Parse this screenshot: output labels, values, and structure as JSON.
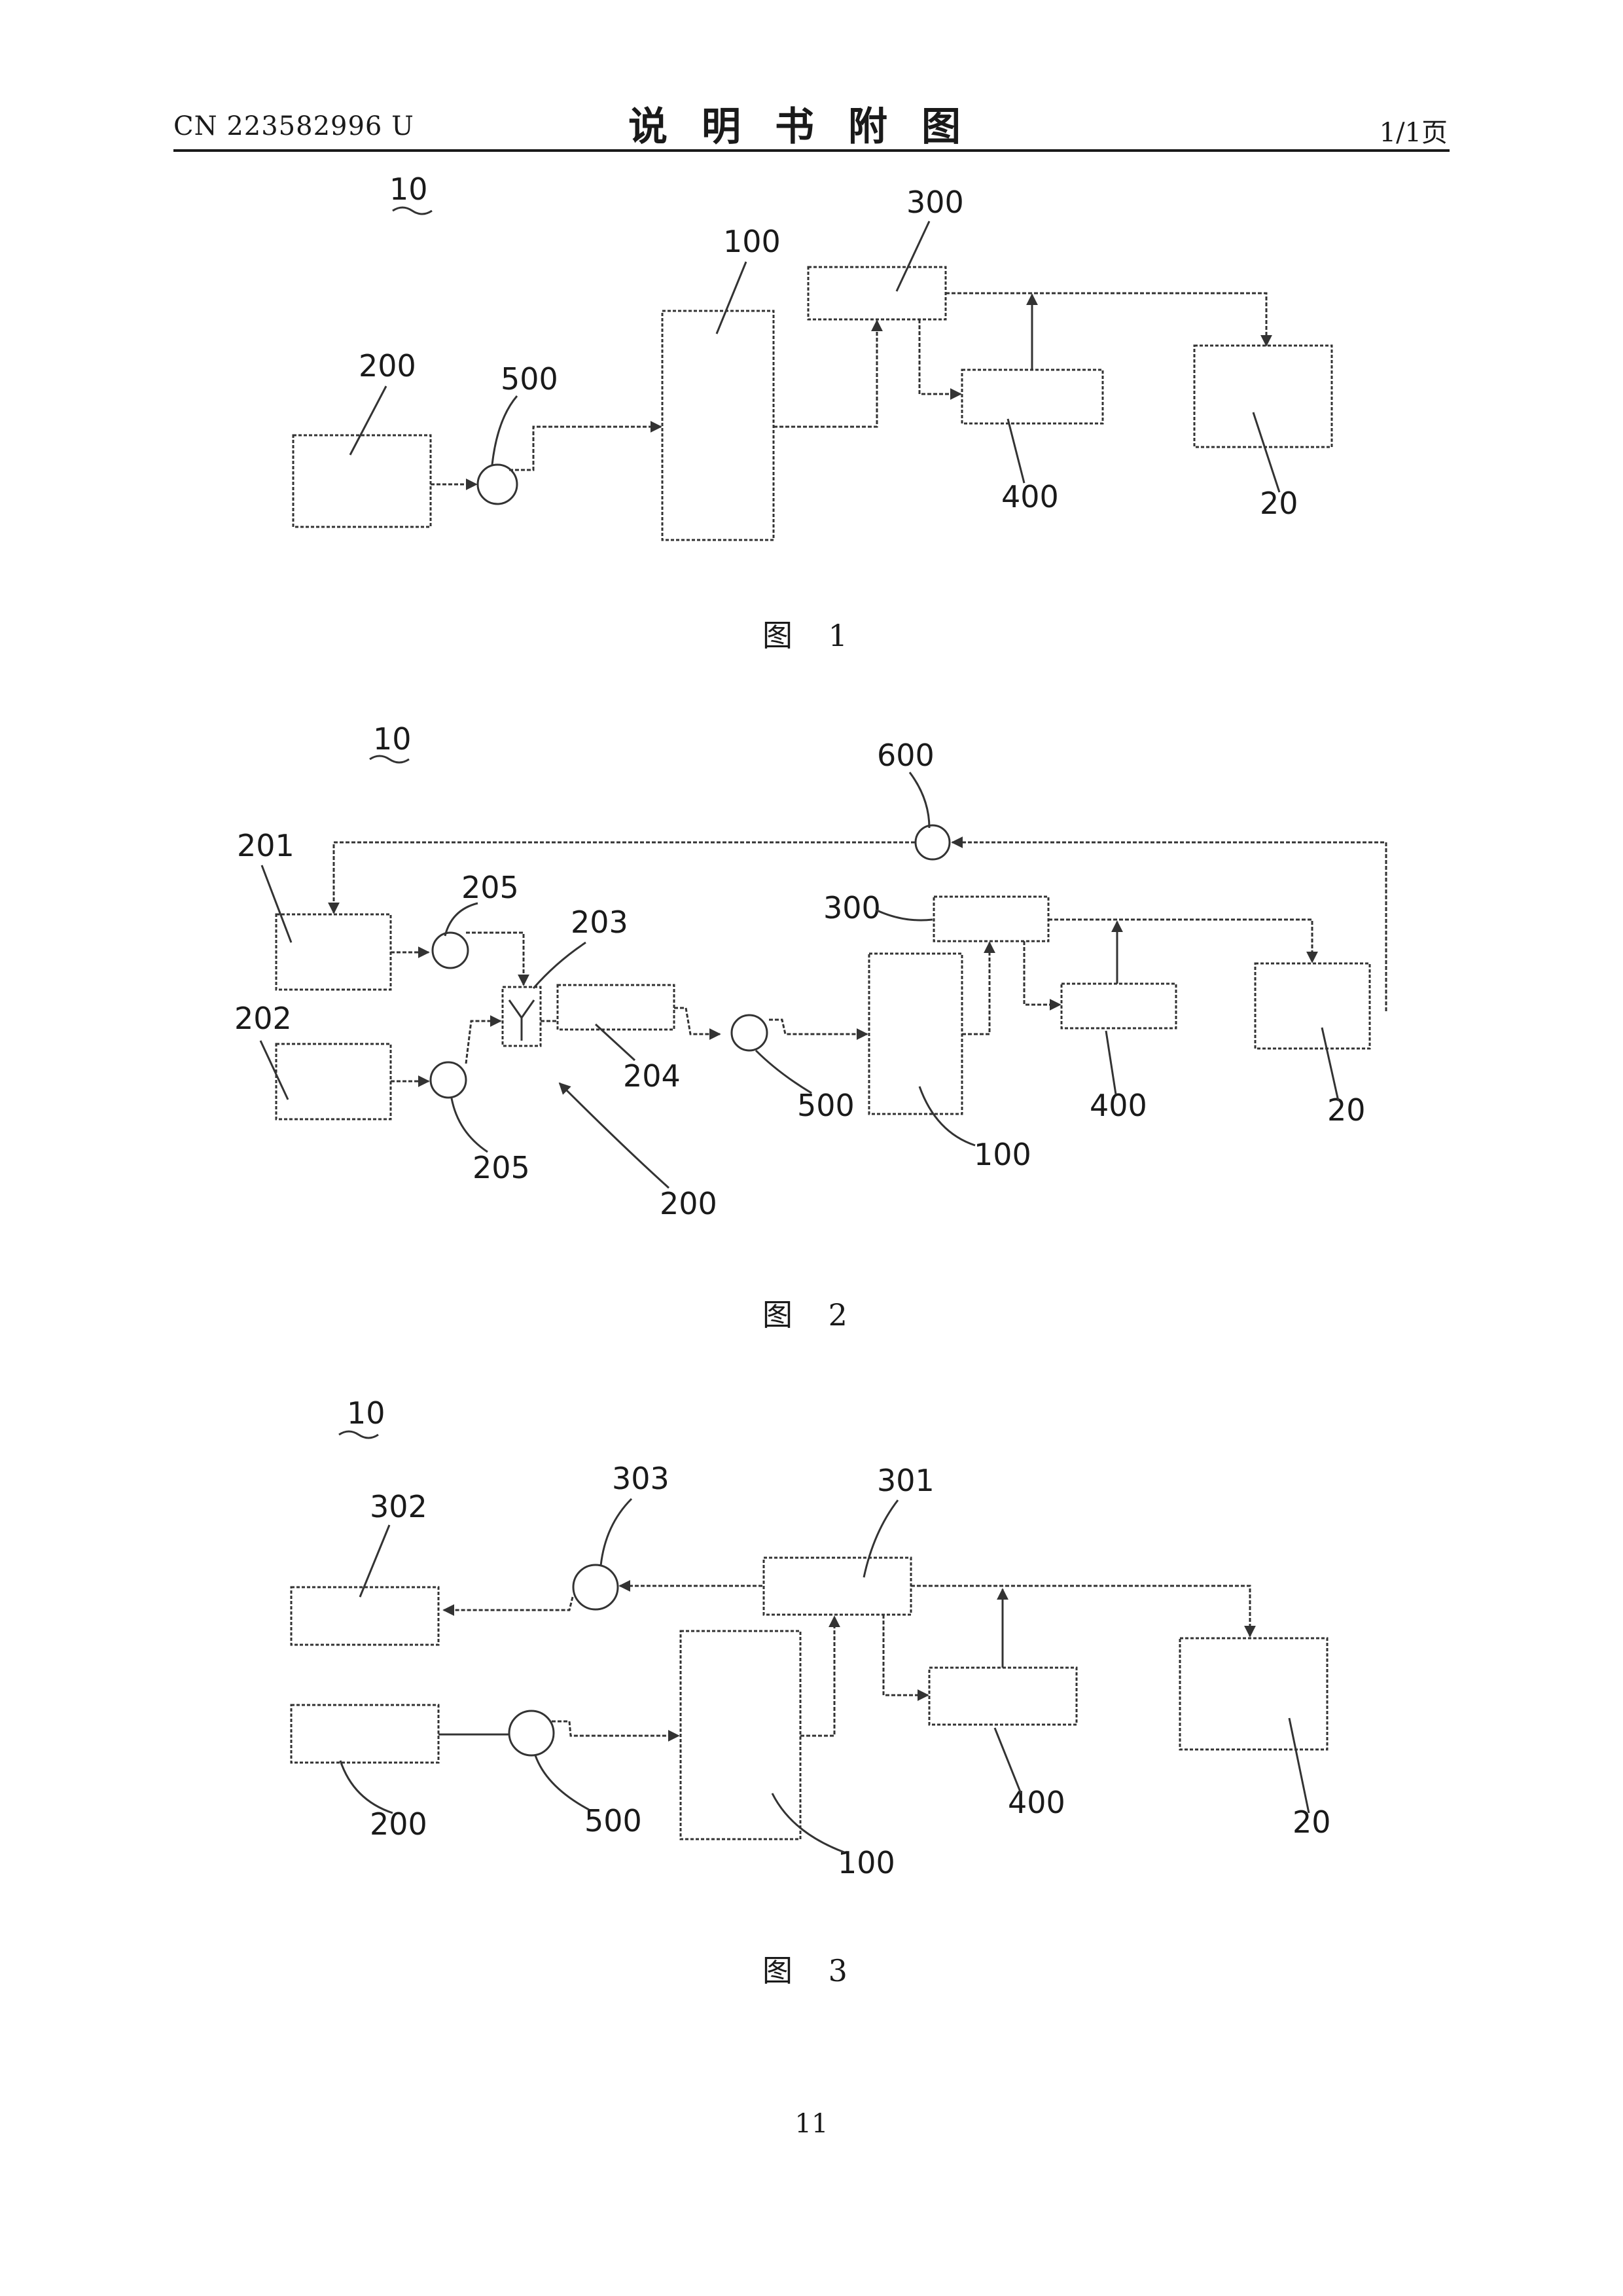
{
  "header": {
    "publication_number": "CN 223582996 U",
    "title": "说明书附图",
    "page_indicator": "1/1页"
  },
  "figures": [
    {
      "caption": "图 1",
      "labels": {
        "system": "10",
        "l100": "100",
        "l200": "200",
        "l300": "300",
        "l400": "400",
        "l500": "500",
        "l20": "20"
      }
    },
    {
      "caption": "图 2",
      "labels": {
        "system": "10",
        "l600": "600",
        "l201": "201",
        "l205a": "205",
        "l203": "203",
        "l300": "300",
        "l202": "202",
        "l204": "204",
        "l500": "500",
        "l400": "400",
        "l20": "20",
        "l205b": "205",
        "l100": "100",
        "l200": "200"
      }
    },
    {
      "caption": "图 3",
      "labels": {
        "system": "10",
        "l302": "302",
        "l303": "303",
        "l301": "301",
        "l400": "400",
        "l200": "200",
        "l500": "500",
        "l100": "100",
        "l20": "20"
      }
    }
  ],
  "footer": {
    "page_number": "11"
  }
}
